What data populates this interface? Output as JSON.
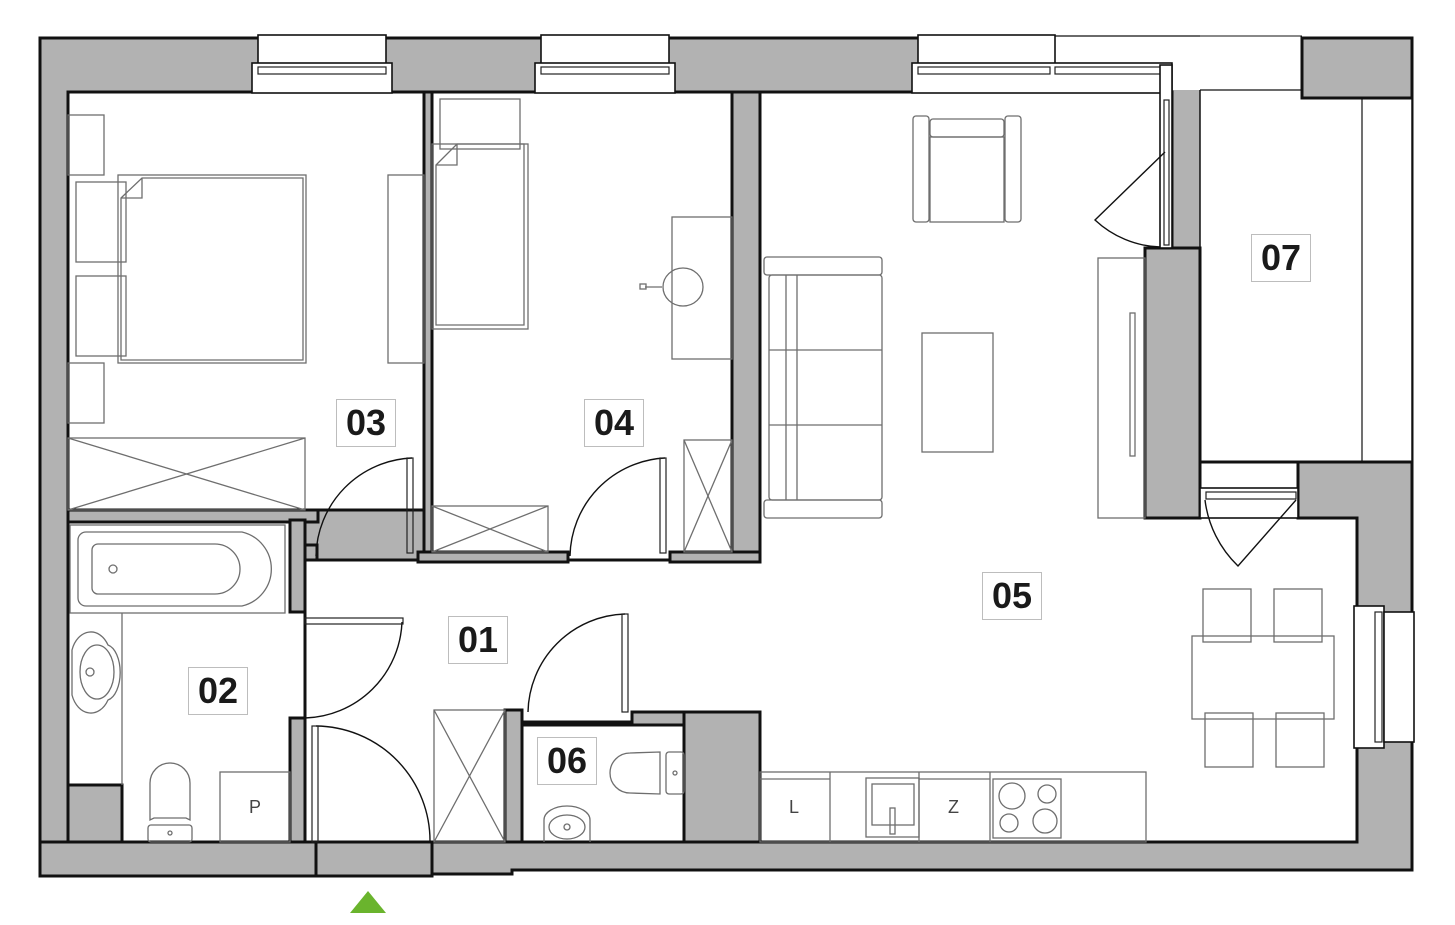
{
  "plan": {
    "type": "apartment-floor-plan",
    "colors": {
      "wall_fill": "#b2b2b2",
      "wall_stroke": "#111111",
      "furniture_stroke": "#6e6e6e",
      "entrance_marker": "#6ab42d",
      "label_border": "#bdbdbd"
    },
    "rooms": [
      {
        "id": "01",
        "label": "01",
        "name": "hallway"
      },
      {
        "id": "02",
        "label": "02",
        "name": "bathroom"
      },
      {
        "id": "03",
        "label": "03",
        "name": "bedroom"
      },
      {
        "id": "04",
        "label": "04",
        "name": "bedroom-small"
      },
      {
        "id": "05",
        "label": "05",
        "name": "living-room-with-kitchen"
      },
      {
        "id": "06",
        "label": "06",
        "name": "wc"
      },
      {
        "id": "07",
        "label": "07",
        "name": "balcony"
      }
    ],
    "fixtures": {
      "bathroom_washer_label": "P",
      "kitchen_dishwasher_label": "L",
      "kitchen_fridge_label": "Z"
    },
    "entrance": {
      "icon": "entrance-triangle-icon"
    }
  }
}
